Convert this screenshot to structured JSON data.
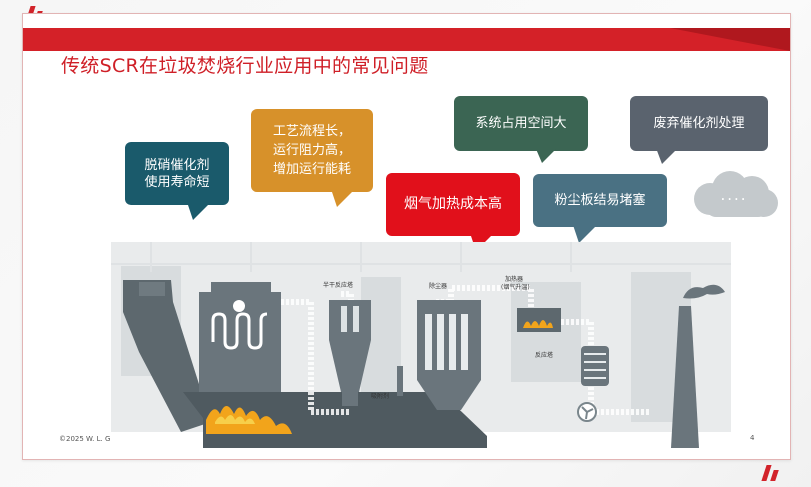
{
  "title": "传统SCR在垃圾焚烧行业应用中的常见问题",
  "bubbles": {
    "b1": {
      "line1": "脱硝催化剂",
      "line2": "使用寿命短"
    },
    "b2": {
      "line1": "工艺流程长，",
      "line2": "运行阻力高，",
      "line3": "增加运行能耗"
    },
    "b3": {
      "text": "烟气加热成本高"
    },
    "b4": {
      "text": "系统占用空间大"
    },
    "b5": {
      "text": "粉尘板结易堵塞"
    },
    "b6": {
      "text": "废弃催化剂处理"
    },
    "cloud": {
      "text": "...."
    }
  },
  "diagram_labels": {
    "semi_dry": "半干反应塔",
    "dust_collector": "除尘器",
    "heater_l1": "加热器",
    "heater_l2": "(烟气升温)",
    "adsorbent": "吸附剂",
    "reactor": "反应塔"
  },
  "footer": {
    "copyright": "©2025 W. L. G",
    "page": "4"
  },
  "colors": {
    "brand_red": "#d42128",
    "title_red": "#cf1f27",
    "bubble_teal": "#1a5a6b",
    "bubble_orange": "#d7912a",
    "bubble_red": "#e1101b",
    "bubble_green": "#3b6553",
    "bubble_blue": "#4a7183",
    "bubble_gray": "#5a636e",
    "plant_gray": "#6a757c"
  },
  "icons": [
    "logo-mark",
    "cloud-shape",
    "fire-icon",
    "fan-icon"
  ]
}
